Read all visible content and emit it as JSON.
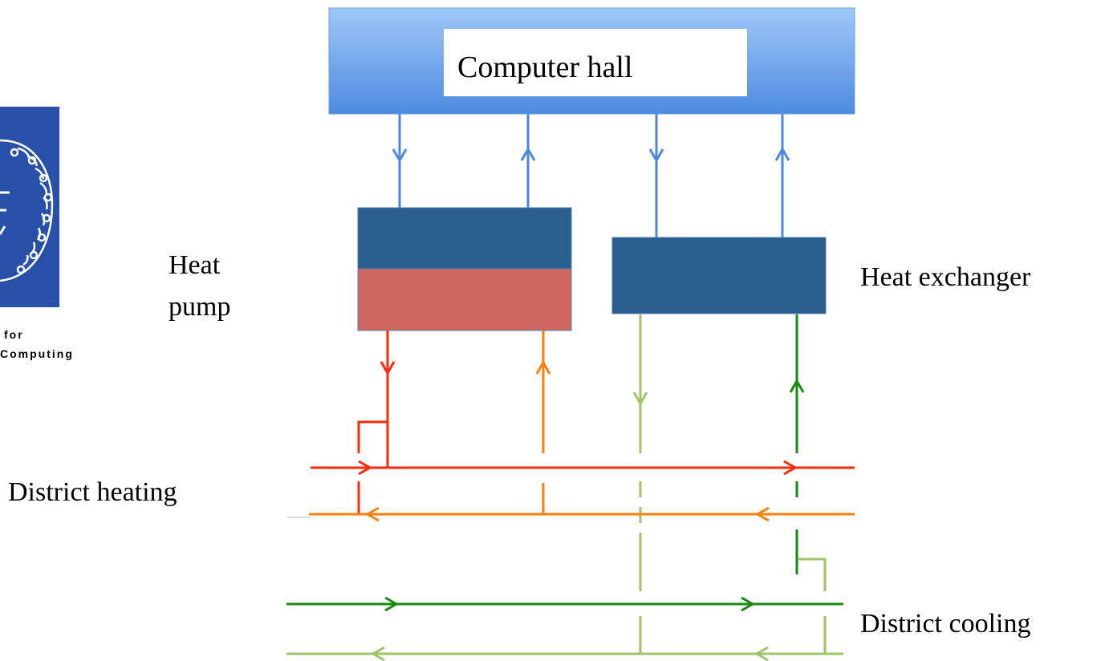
{
  "colors": {
    "hall_top": "#9fc8f8",
    "hall_bottom": "#4d8be0",
    "box_blue": "#2a5e8e",
    "box_red": "#cd675f",
    "line_blue": "#4d86e8",
    "hot_red": "#ff2a0a",
    "warm_orange": "#ff800e",
    "dark_green": "#1a8a12",
    "light_green": "#9fc46a",
    "logo_blue": "#2850a8"
  },
  "computer_hall": {
    "label": "Computer hall"
  },
  "heat_pump": {
    "label_line1": "Heat",
    "label_line2": "pump"
  },
  "heat_exchanger": {
    "label": "Heat exchanger"
  },
  "district_heating": {
    "label": "District heating"
  },
  "district_cooling": {
    "label": "District cooling"
  },
  "logo": {
    "text_line1": "for",
    "text_line2": "Computing"
  }
}
